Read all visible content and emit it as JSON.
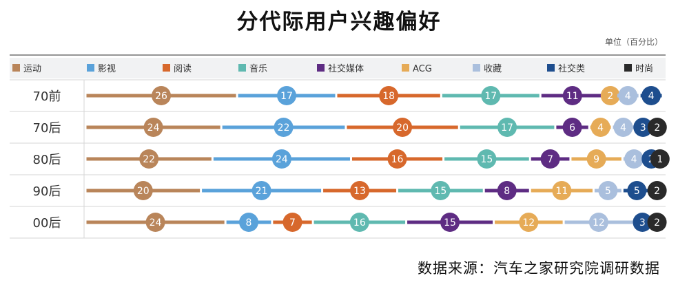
{
  "title": "分代际用户兴趣偏好",
  "unit_note": "单位（百分比）",
  "source": "数据来源：汽车之家研究院调研数据",
  "chart_data": {
    "type": "bar",
    "stacked": true,
    "categories": [
      "70前",
      "70后",
      "80后",
      "90后",
      "00后"
    ],
    "series": [
      {
        "name": "运动",
        "color": "#B9855A",
        "values": [
          26,
          24,
          22,
          20,
          24
        ]
      },
      {
        "name": "影视",
        "color": "#5AA2DA",
        "values": [
          17,
          22,
          24,
          21,
          8
        ]
      },
      {
        "name": "阅读",
        "color": "#D7682C",
        "values": [
          18,
          20,
          16,
          13,
          7
        ]
      },
      {
        "name": "音乐",
        "color": "#5FB9B0",
        "values": [
          17,
          17,
          15,
          15,
          16
        ]
      },
      {
        "name": "社交媒体",
        "color": "#5E2C83",
        "values": [
          11,
          6,
          7,
          8,
          15
        ]
      },
      {
        "name": "ACG",
        "color": "#E6AB57",
        "values": [
          2,
          4,
          9,
          11,
          12
        ]
      },
      {
        "name": "收藏",
        "color": "#AABFDD",
        "values": [
          4,
          4,
          4,
          5,
          12
        ]
      },
      {
        "name": "社交类",
        "color": "#1E4E8E",
        "values": [
          4,
          3,
          2,
          5,
          3
        ]
      },
      {
        "name": "时尚",
        "color": "#2A2A2A",
        "values": [
          0,
          2,
          1,
          2,
          2
        ]
      }
    ],
    "legend_position": "top",
    "grid": false
  }
}
